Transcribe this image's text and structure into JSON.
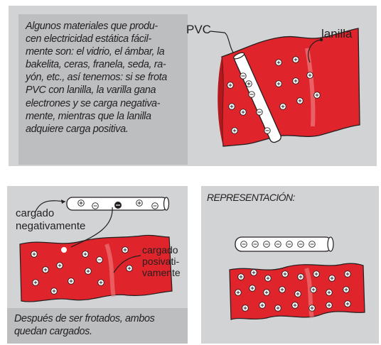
{
  "panels": {
    "top": {
      "description_lines": [
        "Algunos materiales que produ-",
        "cen electricidad estática fácil-",
        "mente son: el vidrio, el ámbar, la",
        "bakelita, ceras, franela, seda, ra-",
        "yón, etc., así tenemos: si se frota",
        "PVC con lanilla, la varilla gana",
        "electrones y se carga negativa-",
        "mente, mientras que la lanilla",
        "adquiere carga positiva."
      ],
      "label_pvc": "PVC",
      "label_lanilla": "lanilla"
    },
    "bottom_left": {
      "label_rod": "cargado\nnegativamente",
      "label_cloth": "cargado\nposivati-\nvamente",
      "caption_lines": [
        "Después de ser frotados, ambos",
        "quedan cargados."
      ]
    },
    "bottom_right": {
      "title": "REPRESENTACIÓN:"
    }
  },
  "colors": {
    "panel_bg": "#d1d3d4",
    "text_box_bg": "#bcbec0",
    "cloth_red": "#e0242b",
    "cloth_dark": "#b5171d",
    "rod_fill": "#ffffff",
    "outline": "#231f20"
  },
  "charge_symbols": {
    "negative": "⊖",
    "positive": "⊕"
  }
}
